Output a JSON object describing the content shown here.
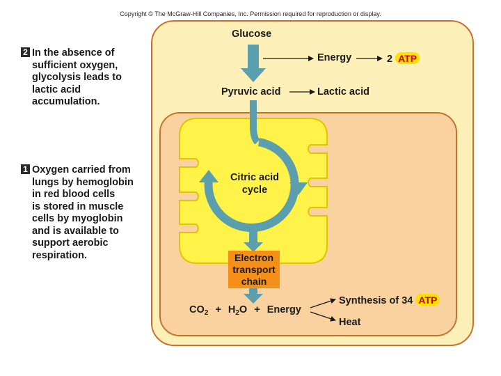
{
  "copyright": "Copyright © The McGraw-Hill Companies, Inc. Permission required for reproduction or display.",
  "step2": {
    "number": "2",
    "lines": [
      "In the absence of",
      "sufficient oxygen,",
      "glycolysis leads to",
      "lactic acid",
      "accumulation."
    ]
  },
  "step1": {
    "number": "1",
    "lines": [
      "Oxygen carried from",
      "lungs by hemoglobin",
      "in red blood cells",
      "is stored in muscle",
      "cells by myoglobin",
      "and is available to",
      "support aerobic",
      "respiration."
    ]
  },
  "cell": {
    "glucose": "Glucose",
    "energy": "Energy",
    "atp_count_top": "2",
    "atp": "ATP",
    "pyruvic_acid": "Pyruvic acid",
    "lactic_acid": "Lactic acid"
  },
  "mitochondrion": {
    "cycle_line1": "Citric acid",
    "cycle_line2": "cycle",
    "etc_line1": "Electron",
    "etc_line2": "transport",
    "etc_line3": "chain"
  },
  "products": {
    "co2": "CO",
    "co2_sub": "2",
    "plus1": "+",
    "h2o_h": "H",
    "h2o_sub": "2",
    "h2o_o": "O",
    "plus2": "+",
    "energy": "Energy",
    "synthesis": "Synthesis of 34",
    "atp": "ATP",
    "heat": "Heat"
  },
  "colors": {
    "cell_fill": "#fcefb8",
    "cell_border": "#c8722a",
    "inner_fill": "#f9d2a0",
    "inner_border": "#c8722a",
    "mito_fill": "#fff34a",
    "mito_border": "#e3c400",
    "arrow_teal": "#5b9eae",
    "etc_box": "#f58f18",
    "atp_badge": "#ffe000",
    "atp_text": "#d00000"
  }
}
